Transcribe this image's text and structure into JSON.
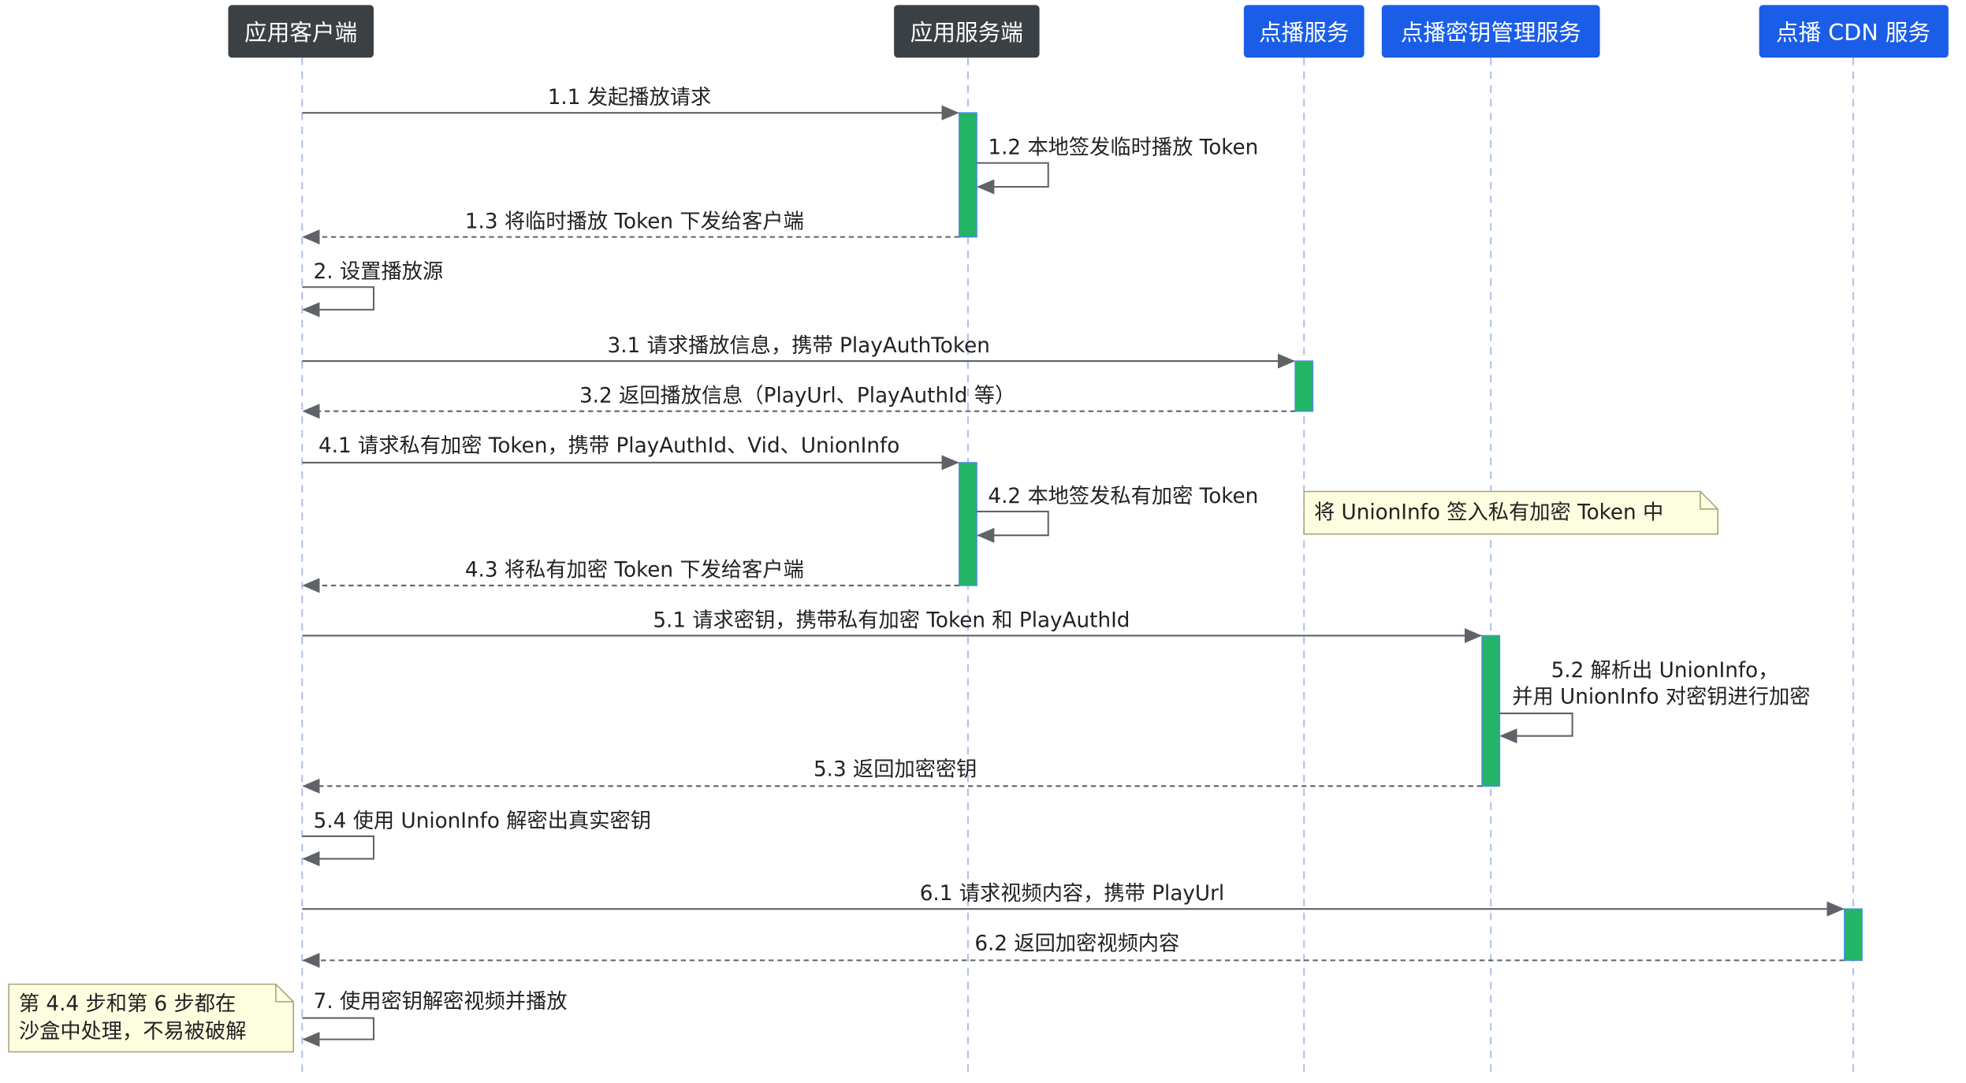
{
  "diagram": {
    "participants": [
      {
        "id": "client",
        "label": "应用客户端",
        "color": "#3b4044"
      },
      {
        "id": "server",
        "label": "应用服务端",
        "color": "#3b4044"
      },
      {
        "id": "vod",
        "label": "点播服务",
        "color": "#1a5ee8"
      },
      {
        "id": "kms",
        "label": "点播密钥管理服务",
        "color": "#1a5ee8"
      },
      {
        "id": "cdn",
        "label": "点播 CDN 服务",
        "color": "#1a5ee8"
      }
    ],
    "messages": [
      {
        "from": "client",
        "to": "server",
        "label": "1.1 发起播放请求",
        "style": "solid"
      },
      {
        "from": "server",
        "to": "server",
        "label": "1.2 本地签发临时播放 Token",
        "style": "self"
      },
      {
        "from": "server",
        "to": "client",
        "label": "1.3 将临时播放 Token 下发给客户端",
        "style": "dashed"
      },
      {
        "from": "client",
        "to": "client",
        "label": "2. 设置播放源",
        "style": "self"
      },
      {
        "from": "client",
        "to": "vod",
        "label": "3.1 请求播放信息，携带 PlayAuthToken",
        "style": "solid"
      },
      {
        "from": "vod",
        "to": "client",
        "label": "3.2 返回播放信息（PlayUrl、PlayAuthId 等）",
        "style": "dashed"
      },
      {
        "from": "client",
        "to": "server",
        "label": "4.1 请求私有加密 Token，携带 PlayAuthId、Vid、UnionInfo",
        "style": "solid"
      },
      {
        "from": "server",
        "to": "server",
        "label": "4.2 本地签发私有加密 Token",
        "style": "self"
      },
      {
        "from": "server",
        "to": "client",
        "label": "4.3 将私有加密 Token 下发给客户端",
        "style": "dashed"
      },
      {
        "from": "client",
        "to": "kms",
        "label": "5.1 请求密钥，携带私有加密 Token 和 PlayAuthId",
        "style": "solid"
      },
      {
        "from": "kms",
        "to": "kms",
        "label": "5.2 解析出 UnionInfo，",
        "label2": "并用 UnionInfo 对密钥进行加密",
        "style": "self"
      },
      {
        "from": "kms",
        "to": "client",
        "label": "5.3 返回加密密钥",
        "style": "dashed"
      },
      {
        "from": "client",
        "to": "client",
        "label": "5.4 使用 UnionInfo 解密出真实密钥",
        "style": "self"
      },
      {
        "from": "client",
        "to": "cdn",
        "label": "6.1 请求视频内容，携带 PlayUrl",
        "style": "solid"
      },
      {
        "from": "cdn",
        "to": "client",
        "label": "6.2 返回加密视频内容",
        "style": "dashed"
      },
      {
        "from": "client",
        "to": "client",
        "label": "7. 使用密钥解密视频并播放",
        "style": "self"
      }
    ],
    "notes": [
      {
        "id": "note-unioninfo",
        "lines": [
          "将 UnionInfo 签入私有加密 Token 中"
        ]
      },
      {
        "id": "note-sandbox",
        "lines": [
          "第 4.4 步和第 6 步都在",
          "沙盒中处理，不易被破解"
        ]
      }
    ],
    "colors": {
      "activation": "#22b565",
      "lifeline": "#a9bde8",
      "arrow": "#5f6368",
      "note_fill": "#fdfde0",
      "note_border": "#a8a47a"
    }
  }
}
